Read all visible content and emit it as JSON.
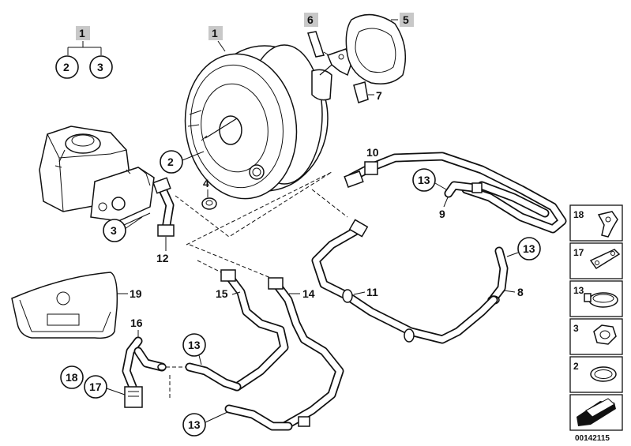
{
  "callouts": {
    "c1_top_left": "1",
    "c2_top_left": "2",
    "c3_top_left": "3",
    "c1_booster": "1",
    "c6": "6",
    "c5": "5",
    "c7": "7",
    "c2_main": "2",
    "c4": "4",
    "c3_main": "3",
    "c12": "12",
    "c10": "10",
    "c13_a": "13",
    "c9": "9",
    "c13_b": "13",
    "c8": "8",
    "c11": "11",
    "c15": "15",
    "c14": "14",
    "c19": "19",
    "c16": "16",
    "c13_c": "13",
    "c18": "18",
    "c17": "17",
    "c13_d": "13"
  },
  "legend": [
    {
      "number": "18",
      "icon": "clip-icon"
    },
    {
      "number": "17",
      "icon": "bracket-icon"
    },
    {
      "number": "13",
      "icon": "hose-clamp-icon"
    },
    {
      "number": "3",
      "icon": "hex-nut-icon"
    },
    {
      "number": "2",
      "icon": "o-ring-icon"
    }
  ],
  "diagram_code": "00142115",
  "colors": {
    "highlight": "#c8c8c8",
    "line": "#111111"
  }
}
